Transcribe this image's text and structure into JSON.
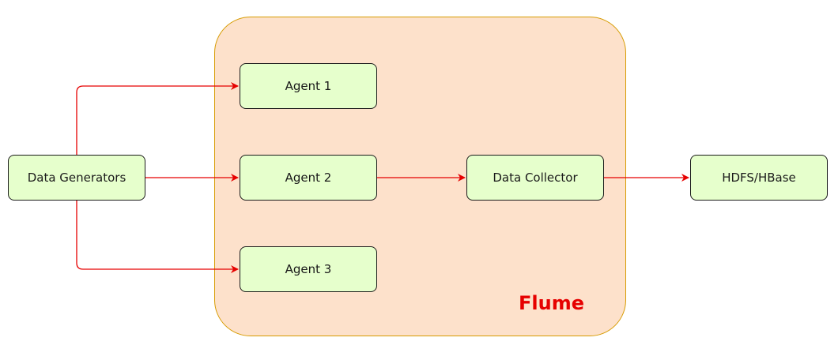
{
  "container": {
    "label": "Flume",
    "fill": "#fde1cb",
    "stroke": "#d79b00",
    "label_color": "#e60000"
  },
  "nodes": {
    "generators": "Data Generators",
    "agent1": "Agent 1",
    "agent2": "Agent 2",
    "agent3": "Agent 3",
    "collector": "Data Collector",
    "hdfs": "HDFS/HBase"
  },
  "node_style": {
    "fill": "#e6ffcc",
    "stroke": "#1a1a1a"
  },
  "edge_color": "#e60000",
  "edges": [
    {
      "from": "generators",
      "to": "agent1"
    },
    {
      "from": "generators",
      "to": "agent2"
    },
    {
      "from": "generators",
      "to": "agent3"
    },
    {
      "from": "agent2",
      "to": "collector"
    },
    {
      "from": "collector",
      "to": "hdfs"
    }
  ]
}
